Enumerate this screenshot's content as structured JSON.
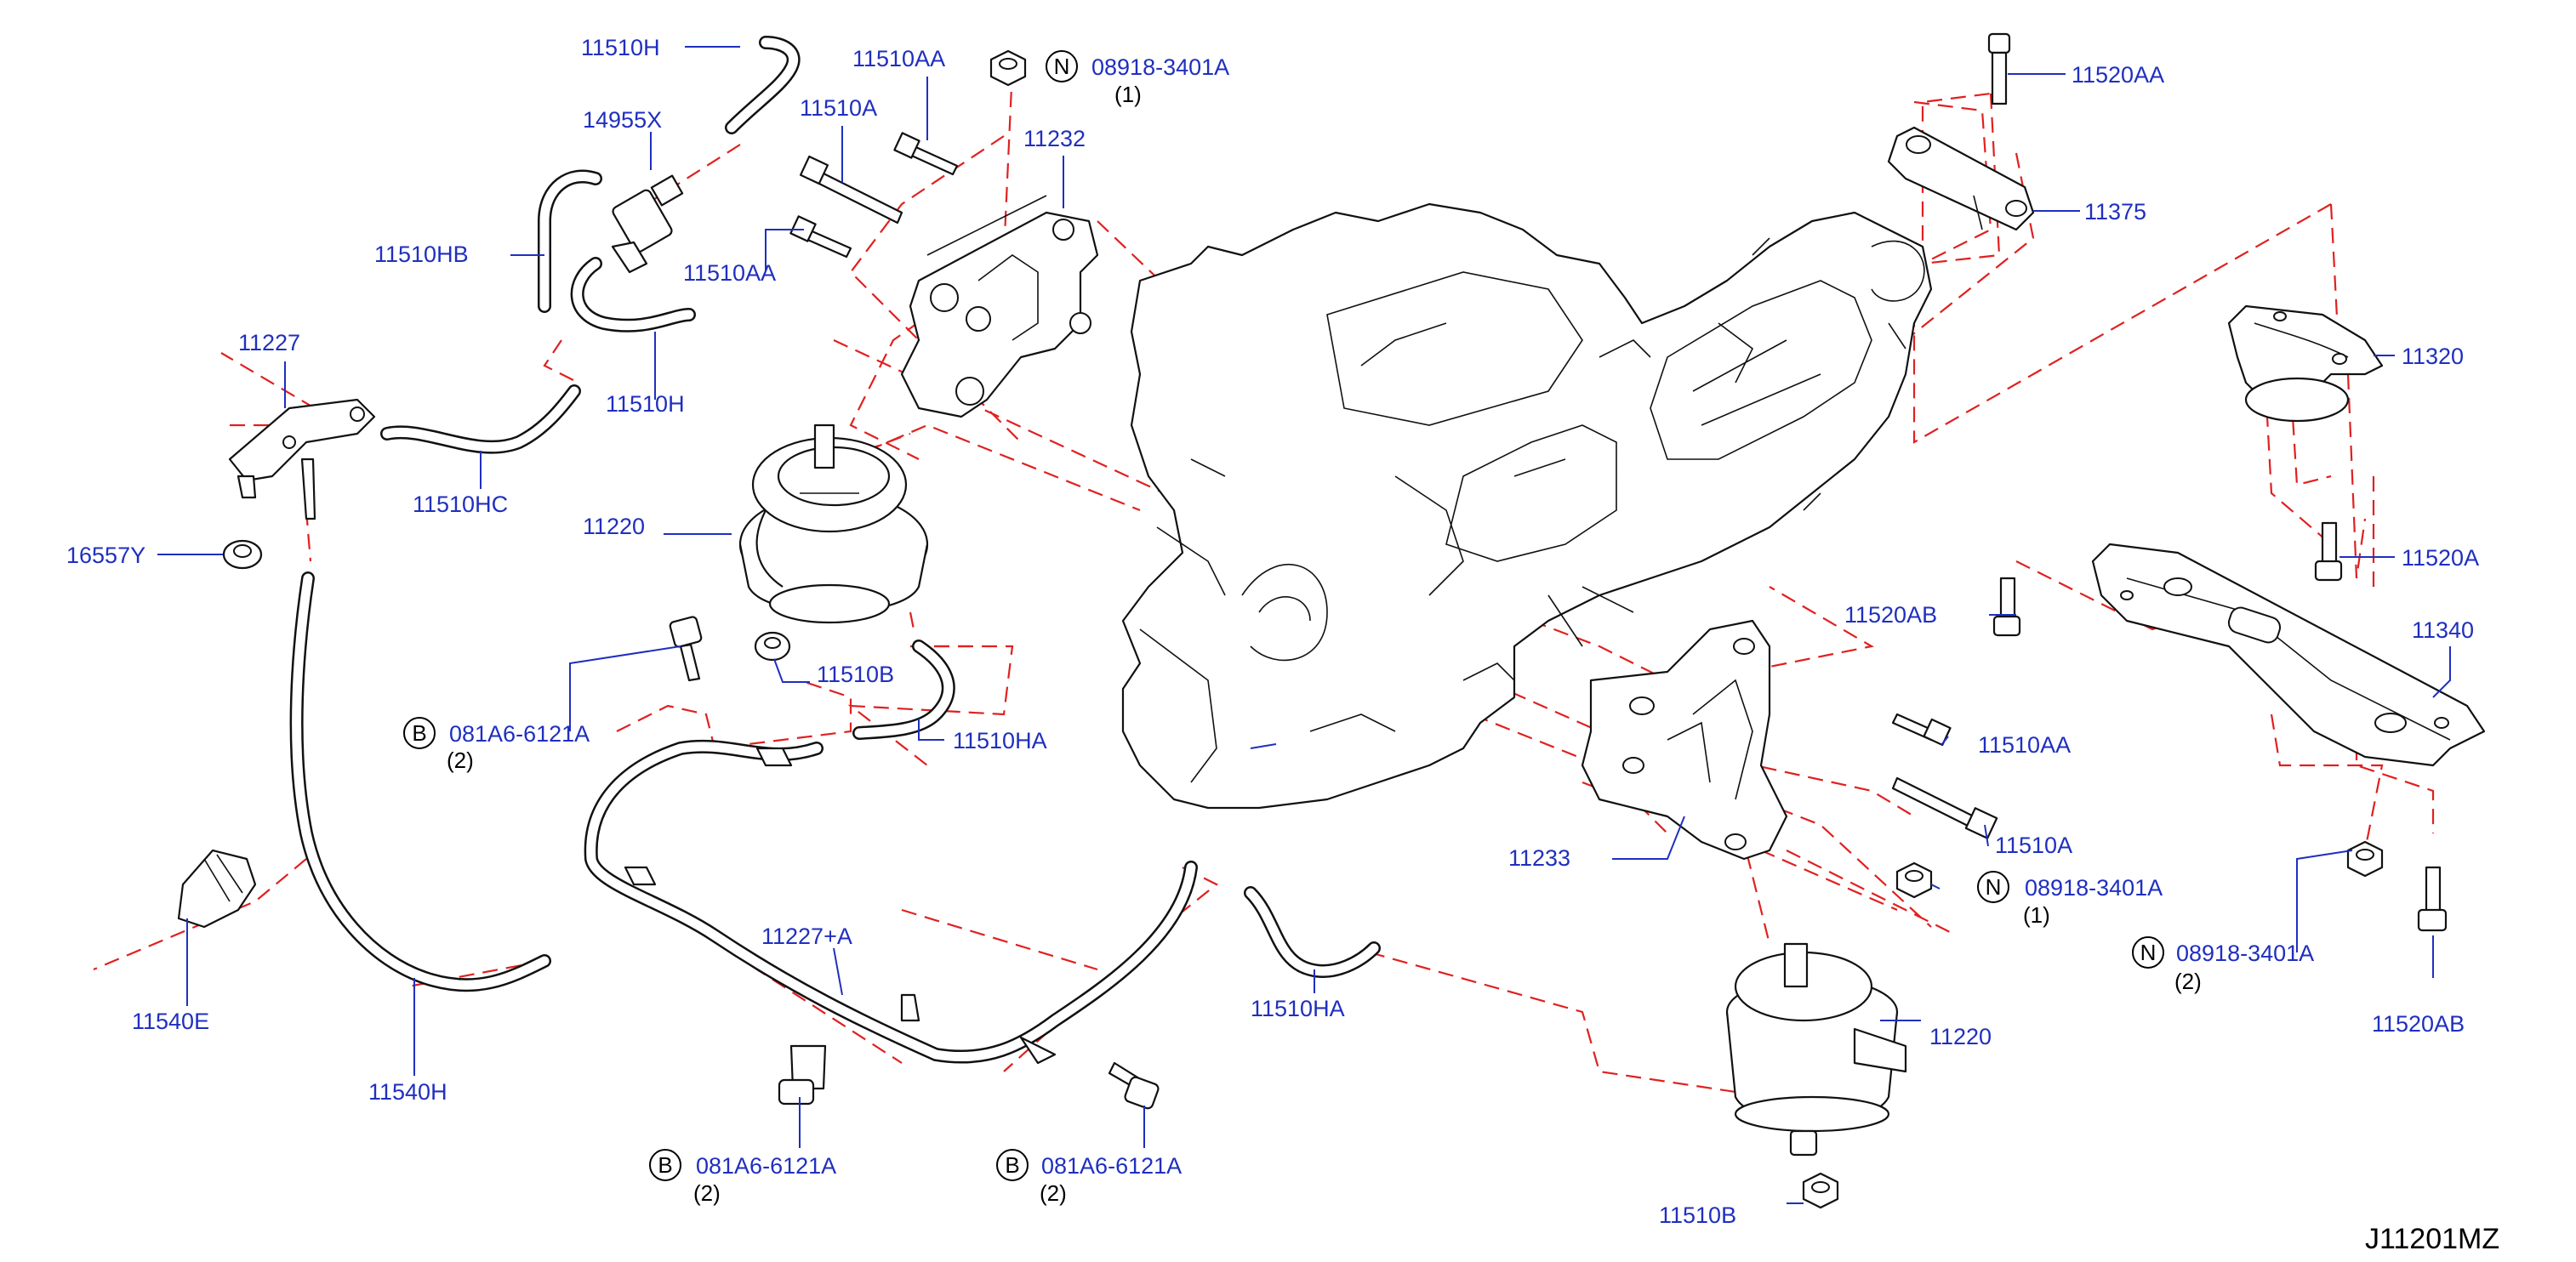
{
  "diagram_code": "J11201MZ",
  "labels": {
    "p11510H_top": "11510H",
    "p14955X": "14955X",
    "p11510HB": "11510HB",
    "p11510H_mid": "11510H",
    "p11227": "11227",
    "p11510HC": "11510HC",
    "p16557Y": "16557Y",
    "p11510AA_top": "11510AA",
    "p11510A_top": "11510A",
    "p11232": "11232",
    "p11510AA_mid": "11510AA",
    "p11220_left": "11220",
    "p11510B_left": "11510B",
    "p11510HA_top": "11510HA",
    "p11227A": "11227+A",
    "p11510HA_low": "11510HA",
    "p11540E": "11540E",
    "p11540H": "11540H",
    "p11520AA_top": "11520AA",
    "p11375": "11375",
    "p11320": "11320",
    "p11520A": "11520A",
    "p11520AB_mid": "11520AB",
    "p11340": "11340",
    "p11510AA_right": "11510AA",
    "p11510A_right": "11510A",
    "p11233": "11233",
    "p11220_right": "11220",
    "p11510B_right": "11510B",
    "p11520AB_low": "11520AB"
  },
  "callouts": {
    "n_top": {
      "letter": "N",
      "part": "08918-3401A",
      "qty": "(1)"
    },
    "n_mid": {
      "letter": "N",
      "part": "08918-3401A",
      "qty": "(1)"
    },
    "n_right": {
      "letter": "N",
      "part": "08918-3401A",
      "qty": "(2)"
    },
    "b_left": {
      "letter": "B",
      "part": "081A6-6121A",
      "qty": "(2)"
    },
    "b_low1": {
      "letter": "B",
      "part": "081A6-6121A",
      "qty": "(2)"
    },
    "b_low2": {
      "letter": "B",
      "part": "081A6-6121A",
      "qty": "(2)"
    }
  },
  "colors": {
    "label": "#1f2fbf",
    "leader": "#1f2fbf",
    "dashed": "#e02020",
    "outline": "#111111"
  }
}
